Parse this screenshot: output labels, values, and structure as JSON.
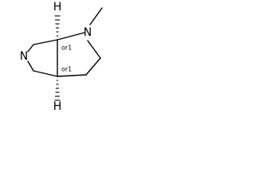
{
  "atoms": {
    "n_ring": "N",
    "n_methyl": "N",
    "h_top": "H",
    "h_bottom": "H"
  },
  "stereo": {
    "top": "or1",
    "bottom": "or1"
  }
}
